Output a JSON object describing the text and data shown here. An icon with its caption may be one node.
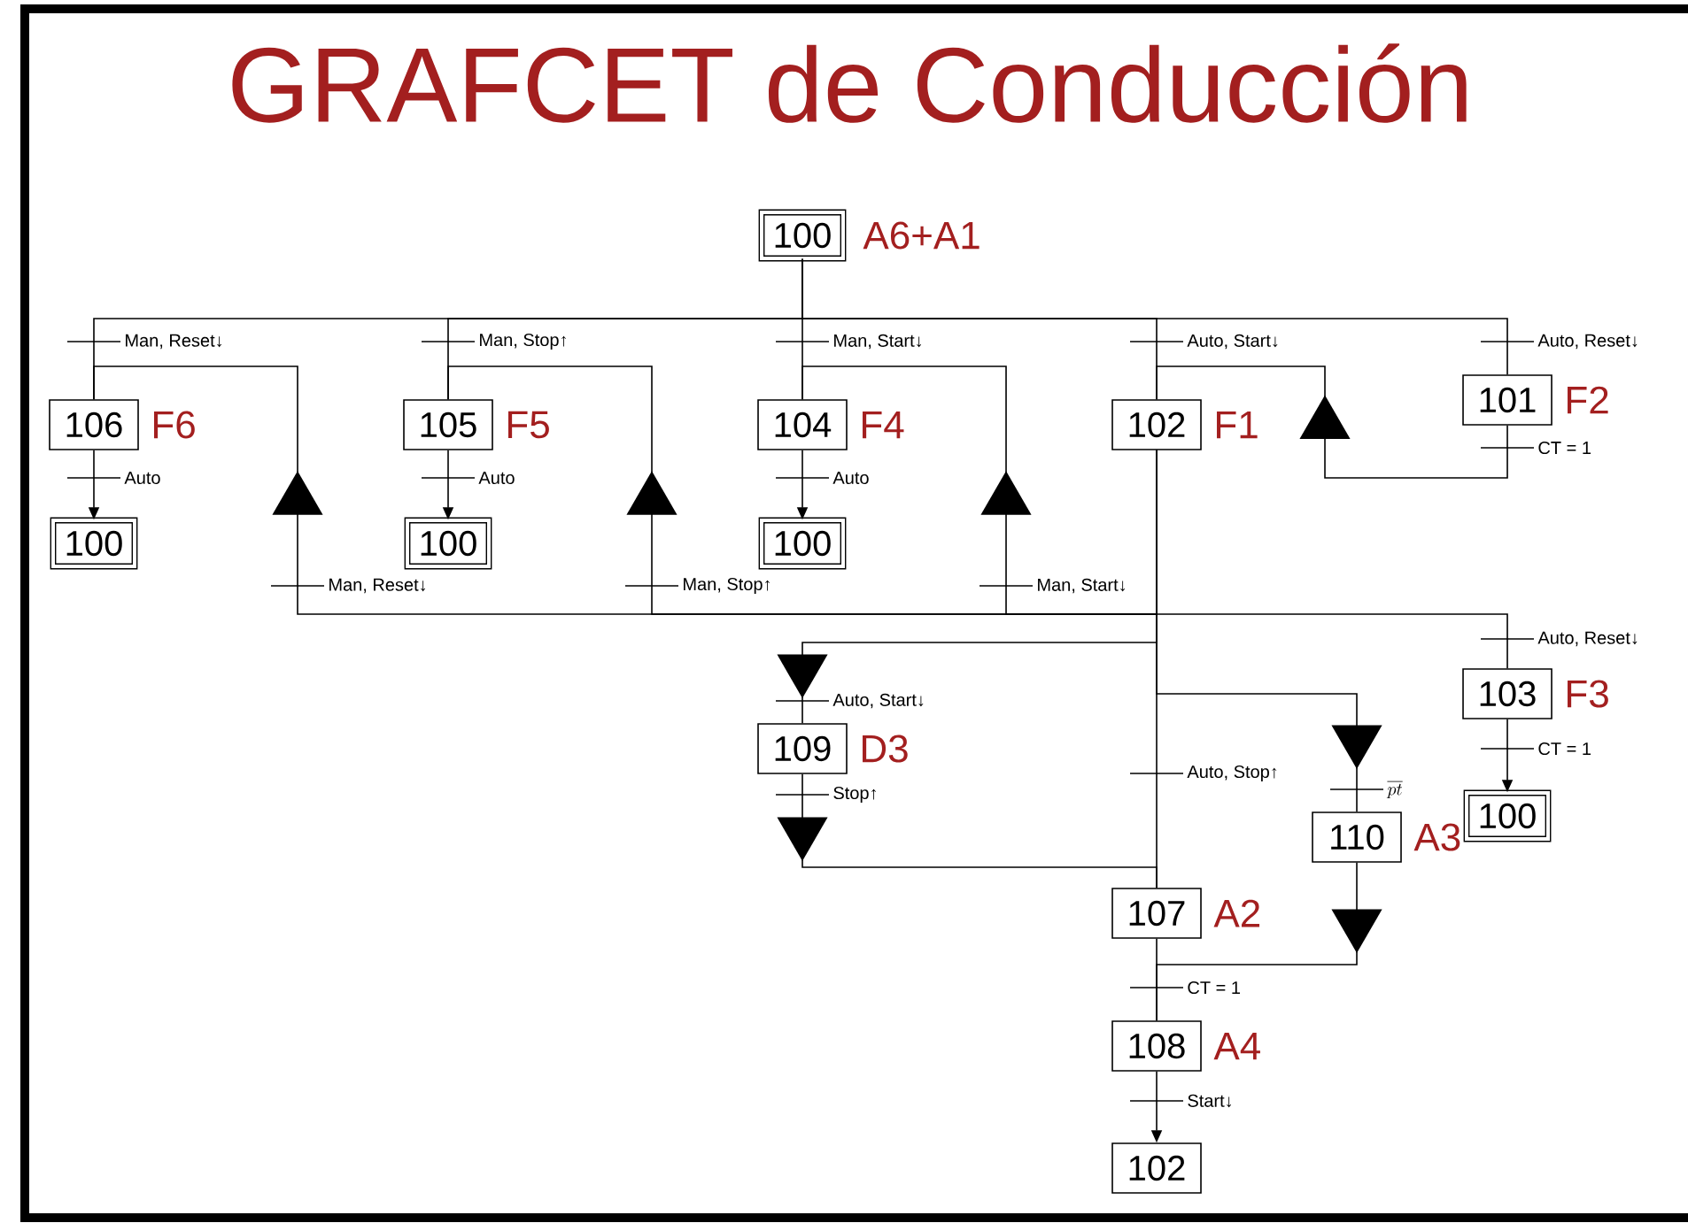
{
  "diagram": {
    "title": "GRAFCET de Conducción",
    "nodes": [
      {
        "text": [
          "100"
        ],
        "beside": [
          "A6+A1"
        ]
      },
      {
        "text": [
          "106"
        ],
        "beside": [
          "F6"
        ]
      },
      {
        "text": [
          "105"
        ],
        "beside": [
          "F5"
        ]
      },
      {
        "text": [
          "104"
        ],
        "beside": [
          "F4"
        ]
      },
      {
        "text": [
          "102"
        ],
        "beside": [
          "F1"
        ]
      },
      {
        "text": [
          "101"
        ],
        "beside": [
          "F2"
        ]
      },
      {
        "text": [
          "100"
        ]
      },
      {
        "text": [
          "100"
        ]
      },
      {
        "text": [
          "100"
        ]
      },
      {
        "text": [
          "103"
        ],
        "beside": [
          "F3"
        ]
      },
      {
        "text": [
          "109"
        ],
        "beside": [
          "D3"
        ]
      },
      {
        "text": [
          "110"
        ],
        "beside": [
          "A3"
        ]
      },
      {
        "text": [
          "100"
        ]
      },
      {
        "text": [
          "107"
        ],
        "beside": [
          "A2"
        ]
      },
      {
        "text": [
          "108"
        ],
        "beside": [
          "A4"
        ]
      },
      {
        "text": [
          "102"
        ]
      }
    ],
    "edges": [
      {
        "from": 0,
        "to": 1,
        "arrow": "none",
        "label": "Man, Reset↓"
      },
      {
        "from": 0,
        "to": 2,
        "arrow": "none",
        "label": "Man, Stop↑"
      },
      {
        "from": 0,
        "to": 3,
        "arrow": "none",
        "label": "Man, Start↓"
      },
      {
        "from": 0,
        "to": 4,
        "arrow": "none",
        "label": "Auto, Start↓"
      },
      {
        "from": 0,
        "to": 5,
        "arrow": "none",
        "label": "Auto, Reset↓"
      },
      {
        "from": 1,
        "to": 6,
        "arrow": "to",
        "label": "Auto"
      },
      {
        "from": 2,
        "to": 7,
        "arrow": "to",
        "label": "Auto"
      },
      {
        "from": 3,
        "to": 8,
        "arrow": "to",
        "label": "Auto"
      },
      {
        "from": 5,
        "to": 4,
        "arrow": "to",
        "label": "CT = 1"
      },
      {
        "from": 4,
        "to": 1,
        "arrow": "to",
        "label": "Man, Reset↓"
      },
      {
        "from": 4,
        "to": 2,
        "arrow": "to",
        "label": "Man, Stop↑"
      },
      {
        "from": 4,
        "to": 3,
        "arrow": "to",
        "label": "Man, Start↓"
      },
      {
        "from": 4,
        "to": 9,
        "arrow": "none",
        "label": "Auto, Reset↓"
      },
      {
        "from": 4,
        "to": 10,
        "arrow": "to",
        "label": "Auto, Start↓"
      },
      {
        "from": 4,
        "to": 13,
        "arrow": "none",
        "label": "Auto, Stop↑"
      },
      {
        "from": 4,
        "to": 11,
        "arrow": "to",
        "label": "\\overline{pt}"
      },
      {
        "from": 9,
        "to": 12,
        "arrow": "to",
        "label": "CT = 1"
      },
      {
        "from": 10,
        "to": 13,
        "arrow": "to",
        "label": "Stop↑"
      },
      {
        "from": 11,
        "to": 14,
        "arrow": "to"
      },
      {
        "from": 13,
        "to": 14,
        "arrow": "none",
        "label": "CT = 1"
      },
      {
        "from": 14,
        "to": 15,
        "arrow": "to",
        "label": "Start↓"
      }
    ]
  }
}
